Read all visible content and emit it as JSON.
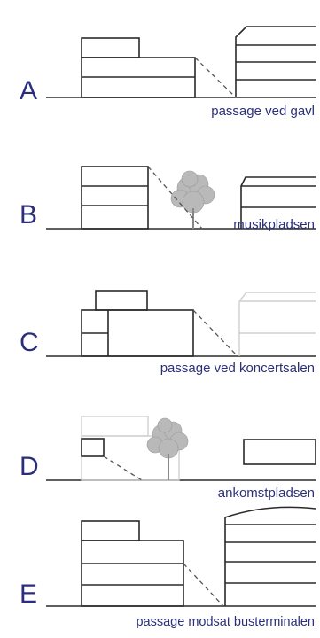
{
  "panels": [
    {
      "letter": "A",
      "caption": "passage ved gavl"
    },
    {
      "letter": "B",
      "caption": "musikpladsen"
    },
    {
      "letter": "C",
      "caption": "passage ved koncertsalen"
    },
    {
      "letter": "D",
      "caption": "ankomstpladsen"
    },
    {
      "letter": "E",
      "caption": "passage modsat busterminalen"
    }
  ],
  "colors": {
    "label": "#2b2f7a",
    "ink": "#2a2a2a",
    "faint": "#cfcfcf",
    "tree": "#b9b9b9"
  }
}
